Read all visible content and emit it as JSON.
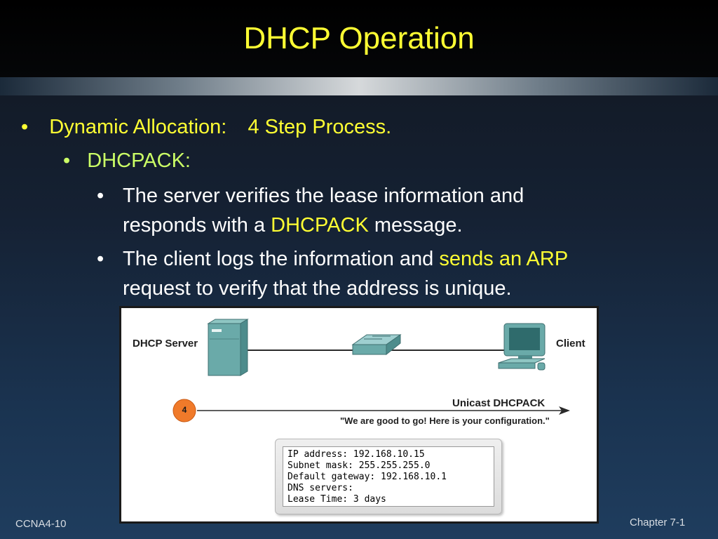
{
  "slide": {
    "title": "DHCP Operation"
  },
  "bullets": {
    "l1_label": "Dynamic Allocation:",
    "l1_rest": "4  Step Process.",
    "l2_label": "DHCPACK:",
    "item1_line1": "The server verifies the lease information and",
    "item1_line2_before": "responds with a ",
    "item1_line2_highlight": "DHCPACK",
    "item1_line2_after": " message.",
    "item2_line1_before": "The client logs the information and ",
    "item2_line1_highlight": "sends an ARP",
    "item2_line2": "request to verify that the address is unique."
  },
  "figure": {
    "server_label": "DHCP Server",
    "client_label": "Client",
    "step_number": "4",
    "message_title": "Unicast DHCPACK",
    "message_quote": "\"We are good to go! Here is your configuration.\"",
    "config_lines": [
      "IP address: 192.168.10.15",
      "Subnet mask: 255.255.255.0",
      "Default gateway: 192.168.10.1",
      "DNS servers:",
      "Lease Time: 3 days"
    ]
  },
  "footer": {
    "left": "CCNA4-10",
    "right": "Chapter 7-1"
  },
  "colors": {
    "title_yellow": "#ffff33",
    "highlight_green": "#ccff66",
    "step_orange": "#f07a2a"
  }
}
